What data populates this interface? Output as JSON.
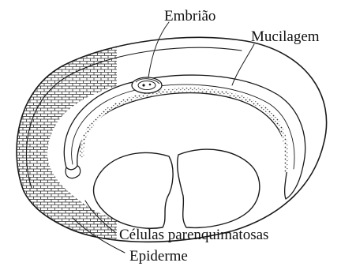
{
  "diagram": {
    "labels": {
      "embryo": "Embrião",
      "mucilage": "Mucilagem",
      "parenchyma": "Células parenquimatosas",
      "epidermis": "Epiderme"
    }
  }
}
